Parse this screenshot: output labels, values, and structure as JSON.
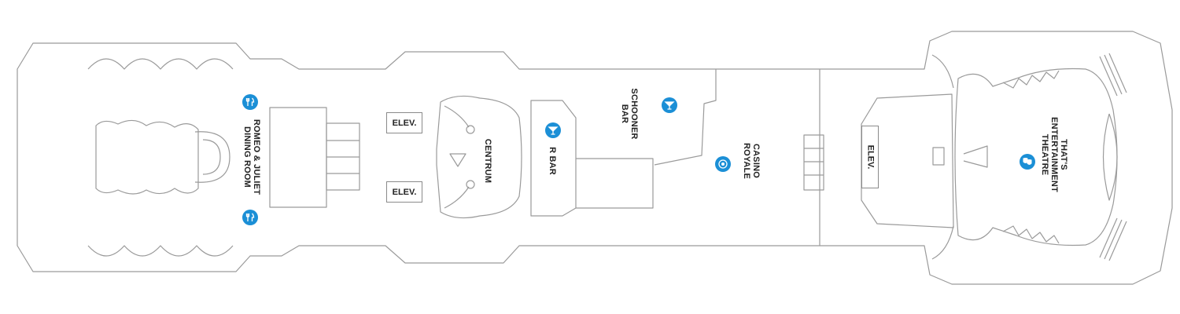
{
  "venues": {
    "romeo_juliet": "ROMEO & JULIET\nDINING ROOM",
    "centrum": "CENTRUM",
    "r_bar": "R BAR",
    "schooner_bar": "SCHOONER\nBAR",
    "casino_royale": "CASINO\nROYALE",
    "theatre": "THAT'S\nENTERTAINMENT\nTHEATRE"
  },
  "elevators": {
    "upper": "ELEV.",
    "lower": "ELEV.",
    "aft": "ELEV."
  },
  "icons": {
    "dining": "dining-icon",
    "bar": "cocktail-icon",
    "casino": "casino-chip-icon",
    "theatre": "theatre-masks-icon",
    "accent_color": "#1b8fd6",
    "outline_color": "#9a9a9a"
  }
}
